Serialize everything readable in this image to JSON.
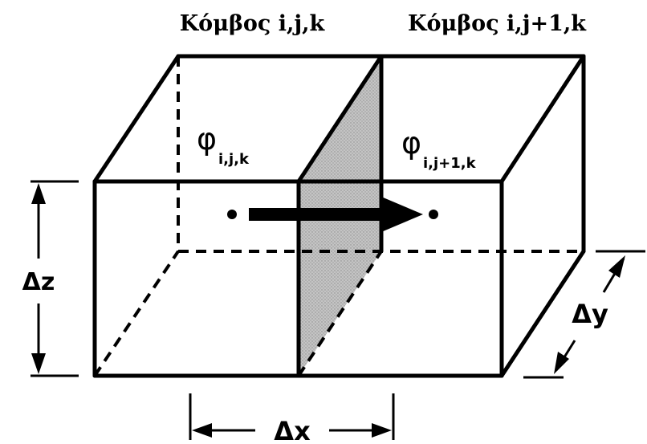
{
  "nodes": {
    "left_title": "Κόμβος i,j,k",
    "right_title": "Κόμβος i,j+1,k"
  },
  "potentials": {
    "symbol": "φ",
    "left_subscript": "i,j,k",
    "right_subscript": "i,j+1,k"
  },
  "dimensions": {
    "dz": "Δz",
    "dy": "Δy",
    "dx": "Δx"
  },
  "colors": {
    "stroke": "#000000",
    "shaded_face": "#b4b4b4",
    "background": "#ffffff"
  }
}
